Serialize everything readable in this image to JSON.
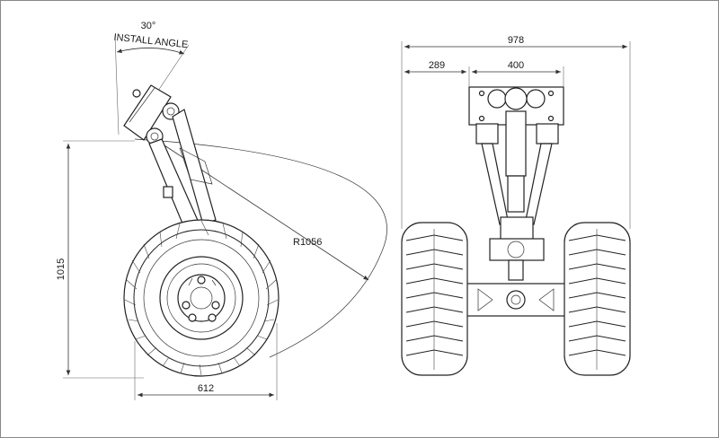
{
  "side_view": {
    "angle_value": "30°",
    "angle_label": "INSTALL ANGLE",
    "height_dim": "1015",
    "radius_dim": "R1056",
    "width_dim": "612"
  },
  "front_view": {
    "overall_width_dim": "978",
    "offset_dim": "289",
    "mount_width_dim": "400"
  },
  "colors": {
    "line": "#222222",
    "dimension": "#333333",
    "background": "#ffffff"
  }
}
